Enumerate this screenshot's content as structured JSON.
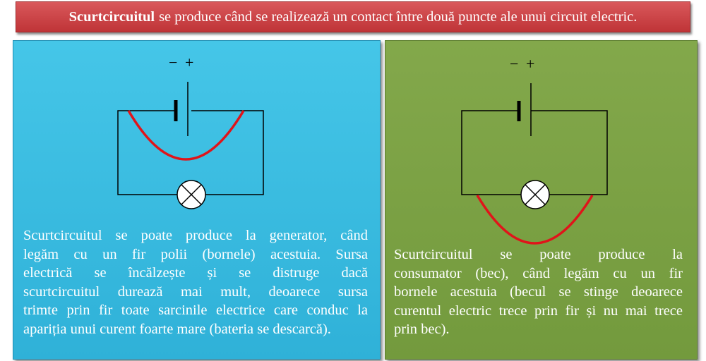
{
  "header": {
    "bold": "Scurtcircuitul",
    "rest": "se produce când se realizează un contact între două puncte ale unui circuit electric."
  },
  "left": {
    "minus": "−",
    "plus": "+",
    "lines": [
      "Scurtcircuitul se poate produce la generator, când",
      "legăm cu un fir polii (bornele) acestuia. Sursa",
      "electrică se încălzește și se distruge dacă",
      "scurtcircuitul durează mai mult,  deoarece sursa",
      "trimte prin fir toate sarcinile electrice care conduc la",
      "apariția unui curent foarte mare (bateria se descarcă)."
    ]
  },
  "right": {
    "minus": "−",
    "plus": "+",
    "lines": [
      "Scurtcircuitul se poate produce la",
      "consumator (bec), când legăm cu un fir",
      "bornele acestuia (becul se stinge deoarece",
      "curentul electric trece prin fir și nu mai trece",
      "prin bec)."
    ]
  },
  "colors": {
    "header": "#c8393c",
    "left_panel": "#3bbbe0",
    "right_panel": "#7ba144",
    "short_wire": "#e0141a"
  }
}
